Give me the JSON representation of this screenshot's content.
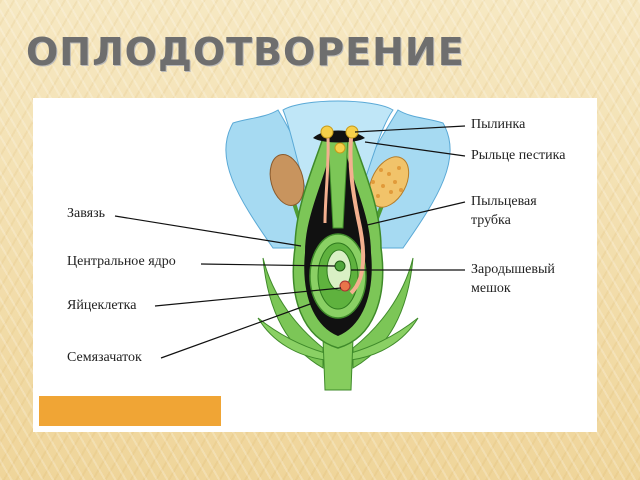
{
  "slide": {
    "title": "ОПЛОДОТВОРЕНИЕ"
  },
  "labels": {
    "anther": "Пылинка",
    "stigma": "Рыльце пестика",
    "pollen_tube_1": "Пыльцевая",
    "pollen_tube_2": "трубка",
    "embryo_sac_1": "Зародышевый",
    "embryo_sac_2": "мешок",
    "ovary": "Завязь",
    "central_nucleus": "Центральное ядро",
    "egg_cell": "Яйцеклетка",
    "ovule": "Семязачаток"
  },
  "colors": {
    "petal": "#9fd6f0",
    "green": "#6fbf4a",
    "black": "#111111",
    "anther_brown": "#c8945e",
    "pollen_yellow": "#f1c36a",
    "tube": "#f3b08f",
    "cover": "#f0a535"
  }
}
